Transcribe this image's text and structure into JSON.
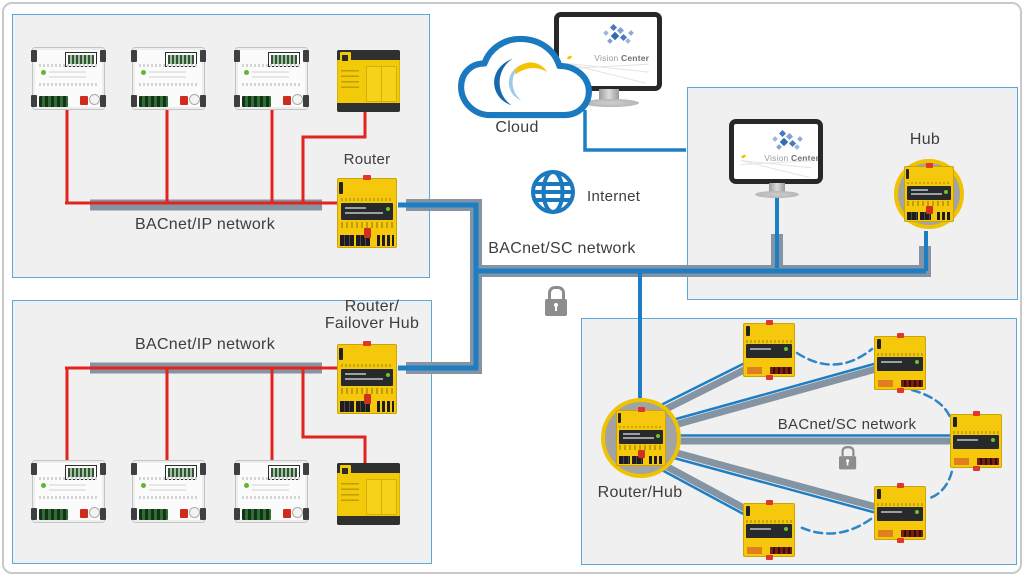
{
  "labels": {
    "cloud": "Cloud",
    "internet": "Internet",
    "bacnet_ip_top": "BACnet/IP network",
    "bacnet_ip_bottom": "BACnet/IP network",
    "bacnet_sc_trunk": "BACnet/SC network",
    "bacnet_sc_mesh": "BACnet/SC network",
    "router_top": "Router",
    "router_failover_line1": "Router/",
    "router_failover_line2": "Failover Hub",
    "hub": "Hub",
    "router_hub": "Router/Hub"
  },
  "monitors": {
    "top": {
      "title_light": "Vision",
      "title_bold": "Center"
    },
    "right": {
      "title_light": "Vision",
      "title_bold": "Center"
    }
  },
  "icons": {
    "cloud": "cloud-icon",
    "internet": "internet-globe-icon",
    "lock_trunk": "lock-icon",
    "lock_mesh": "lock-icon"
  },
  "colors": {
    "cable_blue": "#1e7ec4",
    "cable_red": "#e3241e",
    "bus_gray": "#8494a3",
    "device_yellow": "#f5c80c",
    "ring_yellow": "#f0c301",
    "panel_border": "#5aa9da",
    "panel_fill": "#f0f0f1",
    "lock_gray": "#8d8d8d"
  }
}
